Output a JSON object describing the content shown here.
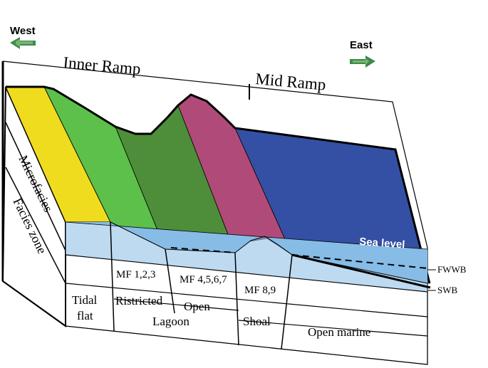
{
  "compass": {
    "west": "West",
    "east": "East"
  },
  "ramp": {
    "inner": "Inner Ramp",
    "mid": "Mid Ramp"
  },
  "side_labels": {
    "microfacies": "Microfacies",
    "facies_zone": "Facies zone"
  },
  "sea_level": "Sea level",
  "levels": {
    "fwwb": "FWWB",
    "swb": "SWB"
  },
  "microfacies_row": [
    "MF 1,2,3",
    "MF 4,5,6,7",
    "MF 8,9"
  ],
  "subzone_row": [
    "Ristricted",
    "Open"
  ],
  "zone_row": [
    "Tidal flat",
    "Lagoon",
    "Shoal",
    "Open  marine"
  ],
  "tidal_flat_lines": [
    "Tidal",
    "flat"
  ],
  "colors": {
    "tidal_flat": "#f0dc1e",
    "restricted_lagoon": "#5cc04a",
    "open_lagoon": "#4e8e3a",
    "shoal": "#b04a78",
    "open_marine": "#3450a4",
    "water": "#86bce6",
    "arrow_green": "#3e8a4a"
  }
}
